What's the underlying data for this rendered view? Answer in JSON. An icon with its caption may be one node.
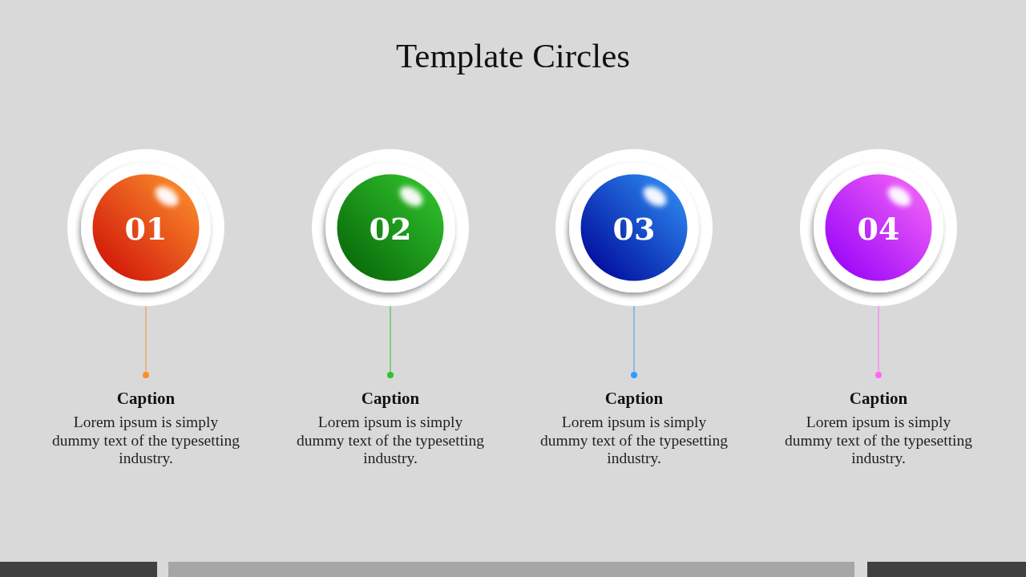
{
  "diagram": {
    "title": "Template Circles",
    "nodes": [
      {
        "text": [
          "01"
        ]
      },
      {
        "text": [
          "02"
        ]
      },
      {
        "text": [
          "03"
        ]
      },
      {
        "text": [
          "04"
        ]
      },
      {
        "text": [
          "Caption",
          "Lorem ipsum is simply dummy text of the typesetting industry."
        ]
      },
      {
        "text": [
          "Caption",
          "Lorem ipsum is simply dummy text of the typesetting industry."
        ]
      },
      {
        "text": [
          "Caption",
          "Lorem ipsum is simply dummy text of the typesetting industry."
        ]
      },
      {
        "text": [
          "Caption",
          "Lorem ipsum is simply dummy text of the typesetting industry."
        ]
      }
    ],
    "edges": [
      {
        "from": 0,
        "to": 4,
        "arrow": "other",
        "color": "#f7902a"
      },
      {
        "from": 1,
        "to": 5,
        "arrow": "other",
        "color": "#2ec22e"
      },
      {
        "from": 2,
        "to": 6,
        "arrow": "other",
        "color": "#3399ff"
      },
      {
        "from": 3,
        "to": 7,
        "arrow": "other",
        "color": "#ff66ff"
      }
    ]
  }
}
